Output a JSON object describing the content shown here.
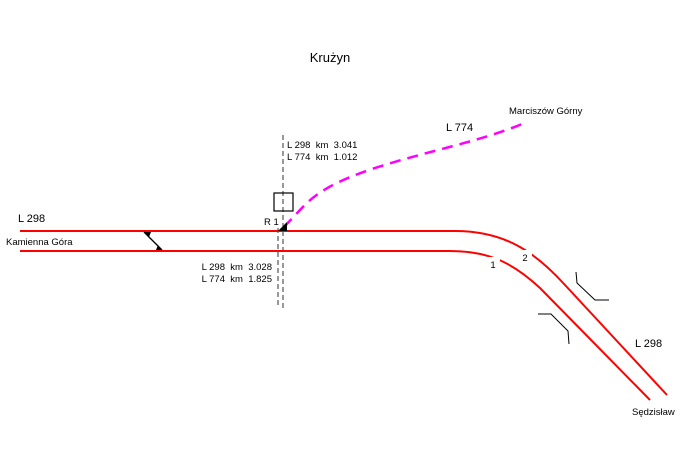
{
  "title": "Krużyn",
  "colors": {
    "main_track": "#ff0000",
    "branch_track": "#ff00ff",
    "annotation": "#000000"
  },
  "labels": {
    "line_298_west": "L 298",
    "line_298_south": "L 298",
    "line_774": "L 774",
    "kamienna_gora": "Kamienna Góra",
    "marciszow_gorny": "Marciszów Górny",
    "sedzislaw": "Sędzisław",
    "junction": "R 1",
    "track_1": "1",
    "track_2": "2"
  },
  "km_upper": [
    "L 298  km  3.041",
    "L 774  km  1.012"
  ],
  "km_lower": [
    "L 298  km  3.028",
    "L 774  km  1.825"
  ]
}
